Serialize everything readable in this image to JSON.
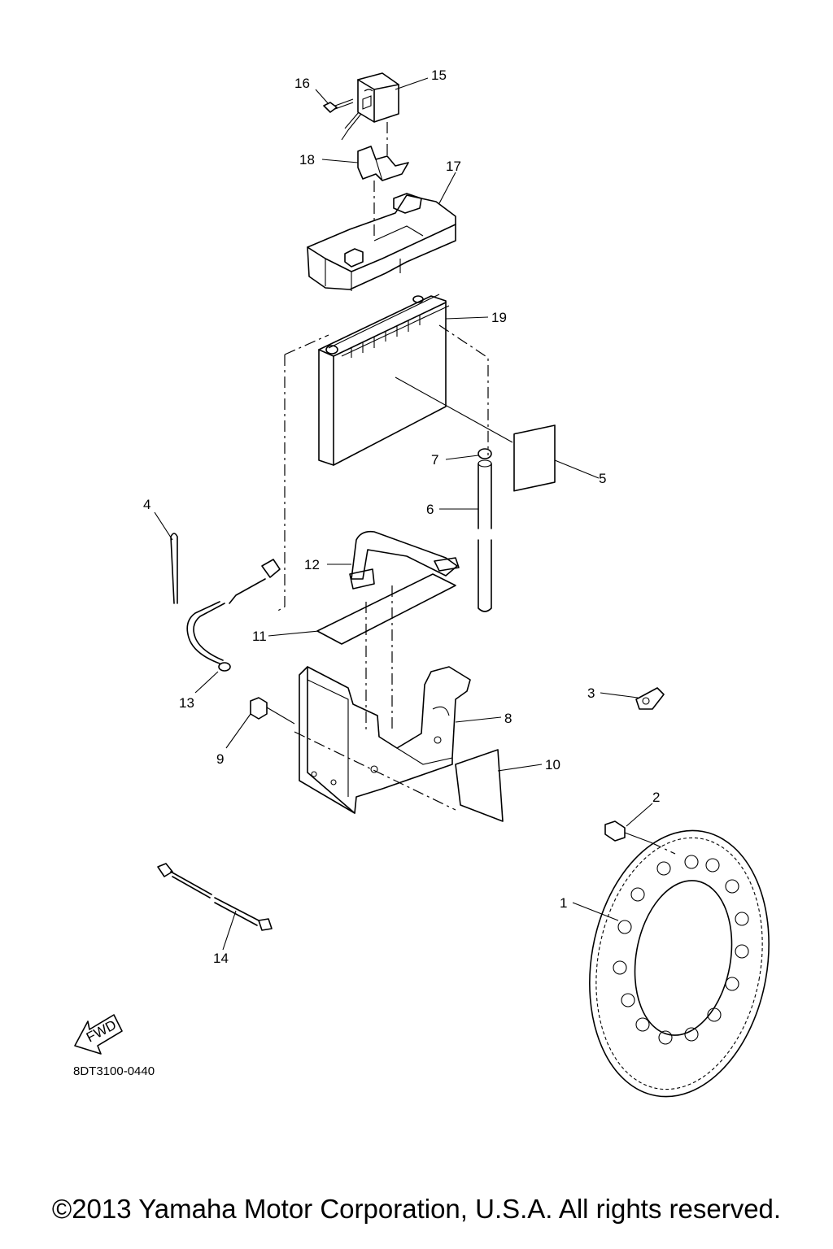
{
  "callouts": [
    "1",
    "2",
    "3",
    "4",
    "5",
    "6",
    "7",
    "8",
    "9",
    "10",
    "11",
    "12",
    "13",
    "14",
    "15",
    "16",
    "17",
    "18",
    "19"
  ],
  "direction_badge": "FWD",
  "diagram_ref": "8DT3100-0440",
  "copyright": "©2013 Yamaha Motor Corporation, U.S.A. All rights reserved."
}
